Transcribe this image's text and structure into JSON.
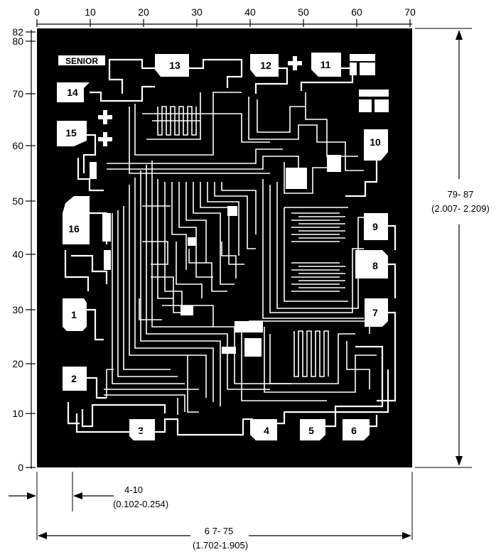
{
  "axes": {
    "x_ticks": [
      "0",
      "10",
      "20",
      "30",
      "40",
      "50",
      "60",
      "70"
    ],
    "y_ticks": [
      "82",
      "80",
      "70",
      "60",
      "50",
      "40",
      "30",
      "20",
      "10",
      "0"
    ]
  },
  "die": {
    "logo": "SENIOR",
    "pads": [
      "1",
      "2",
      "3",
      "4",
      "5",
      "6",
      "7",
      "8",
      "9",
      "10",
      "11",
      "12",
      "13",
      "14",
      "15",
      "16"
    ]
  },
  "dimensions": {
    "height_range": "79- 87",
    "height_range_mm": "(2.007- 2.209)",
    "offset_range": "4-10",
    "offset_range_mm": "(0.102-0.254)",
    "width_range": "6 7- 75",
    "width_range_mm": "(1.702-1.905)"
  },
  "colors": {
    "die": "#000000",
    "metal": "#ffffff",
    "page": "#ffffff"
  }
}
